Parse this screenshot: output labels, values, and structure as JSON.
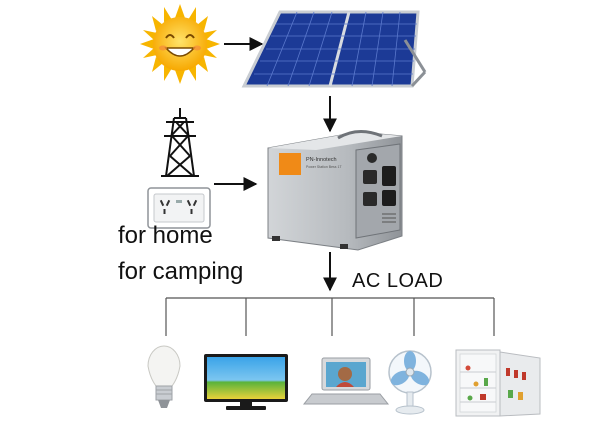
{
  "labels": {
    "home": "for home",
    "camping": "for camping",
    "ac_load": "AC LOAD"
  },
  "power_station": {
    "brand": "PN-Innotech",
    "subtitle": "Power Station Bess 1T"
  },
  "colors": {
    "sun": "#f7b500",
    "panel": "#1f3f9e",
    "station_body": "#b9bdc1",
    "station_accent": "#f08a17",
    "lines": "#111111"
  },
  "icons": [
    "sun-icon",
    "solar-panel",
    "transmission-tower-icon",
    "wall-outlet-icon",
    "power-station",
    "light-bulb-icon",
    "television-icon",
    "laptop-icon",
    "electric-fan-icon",
    "refrigerator-icon"
  ]
}
